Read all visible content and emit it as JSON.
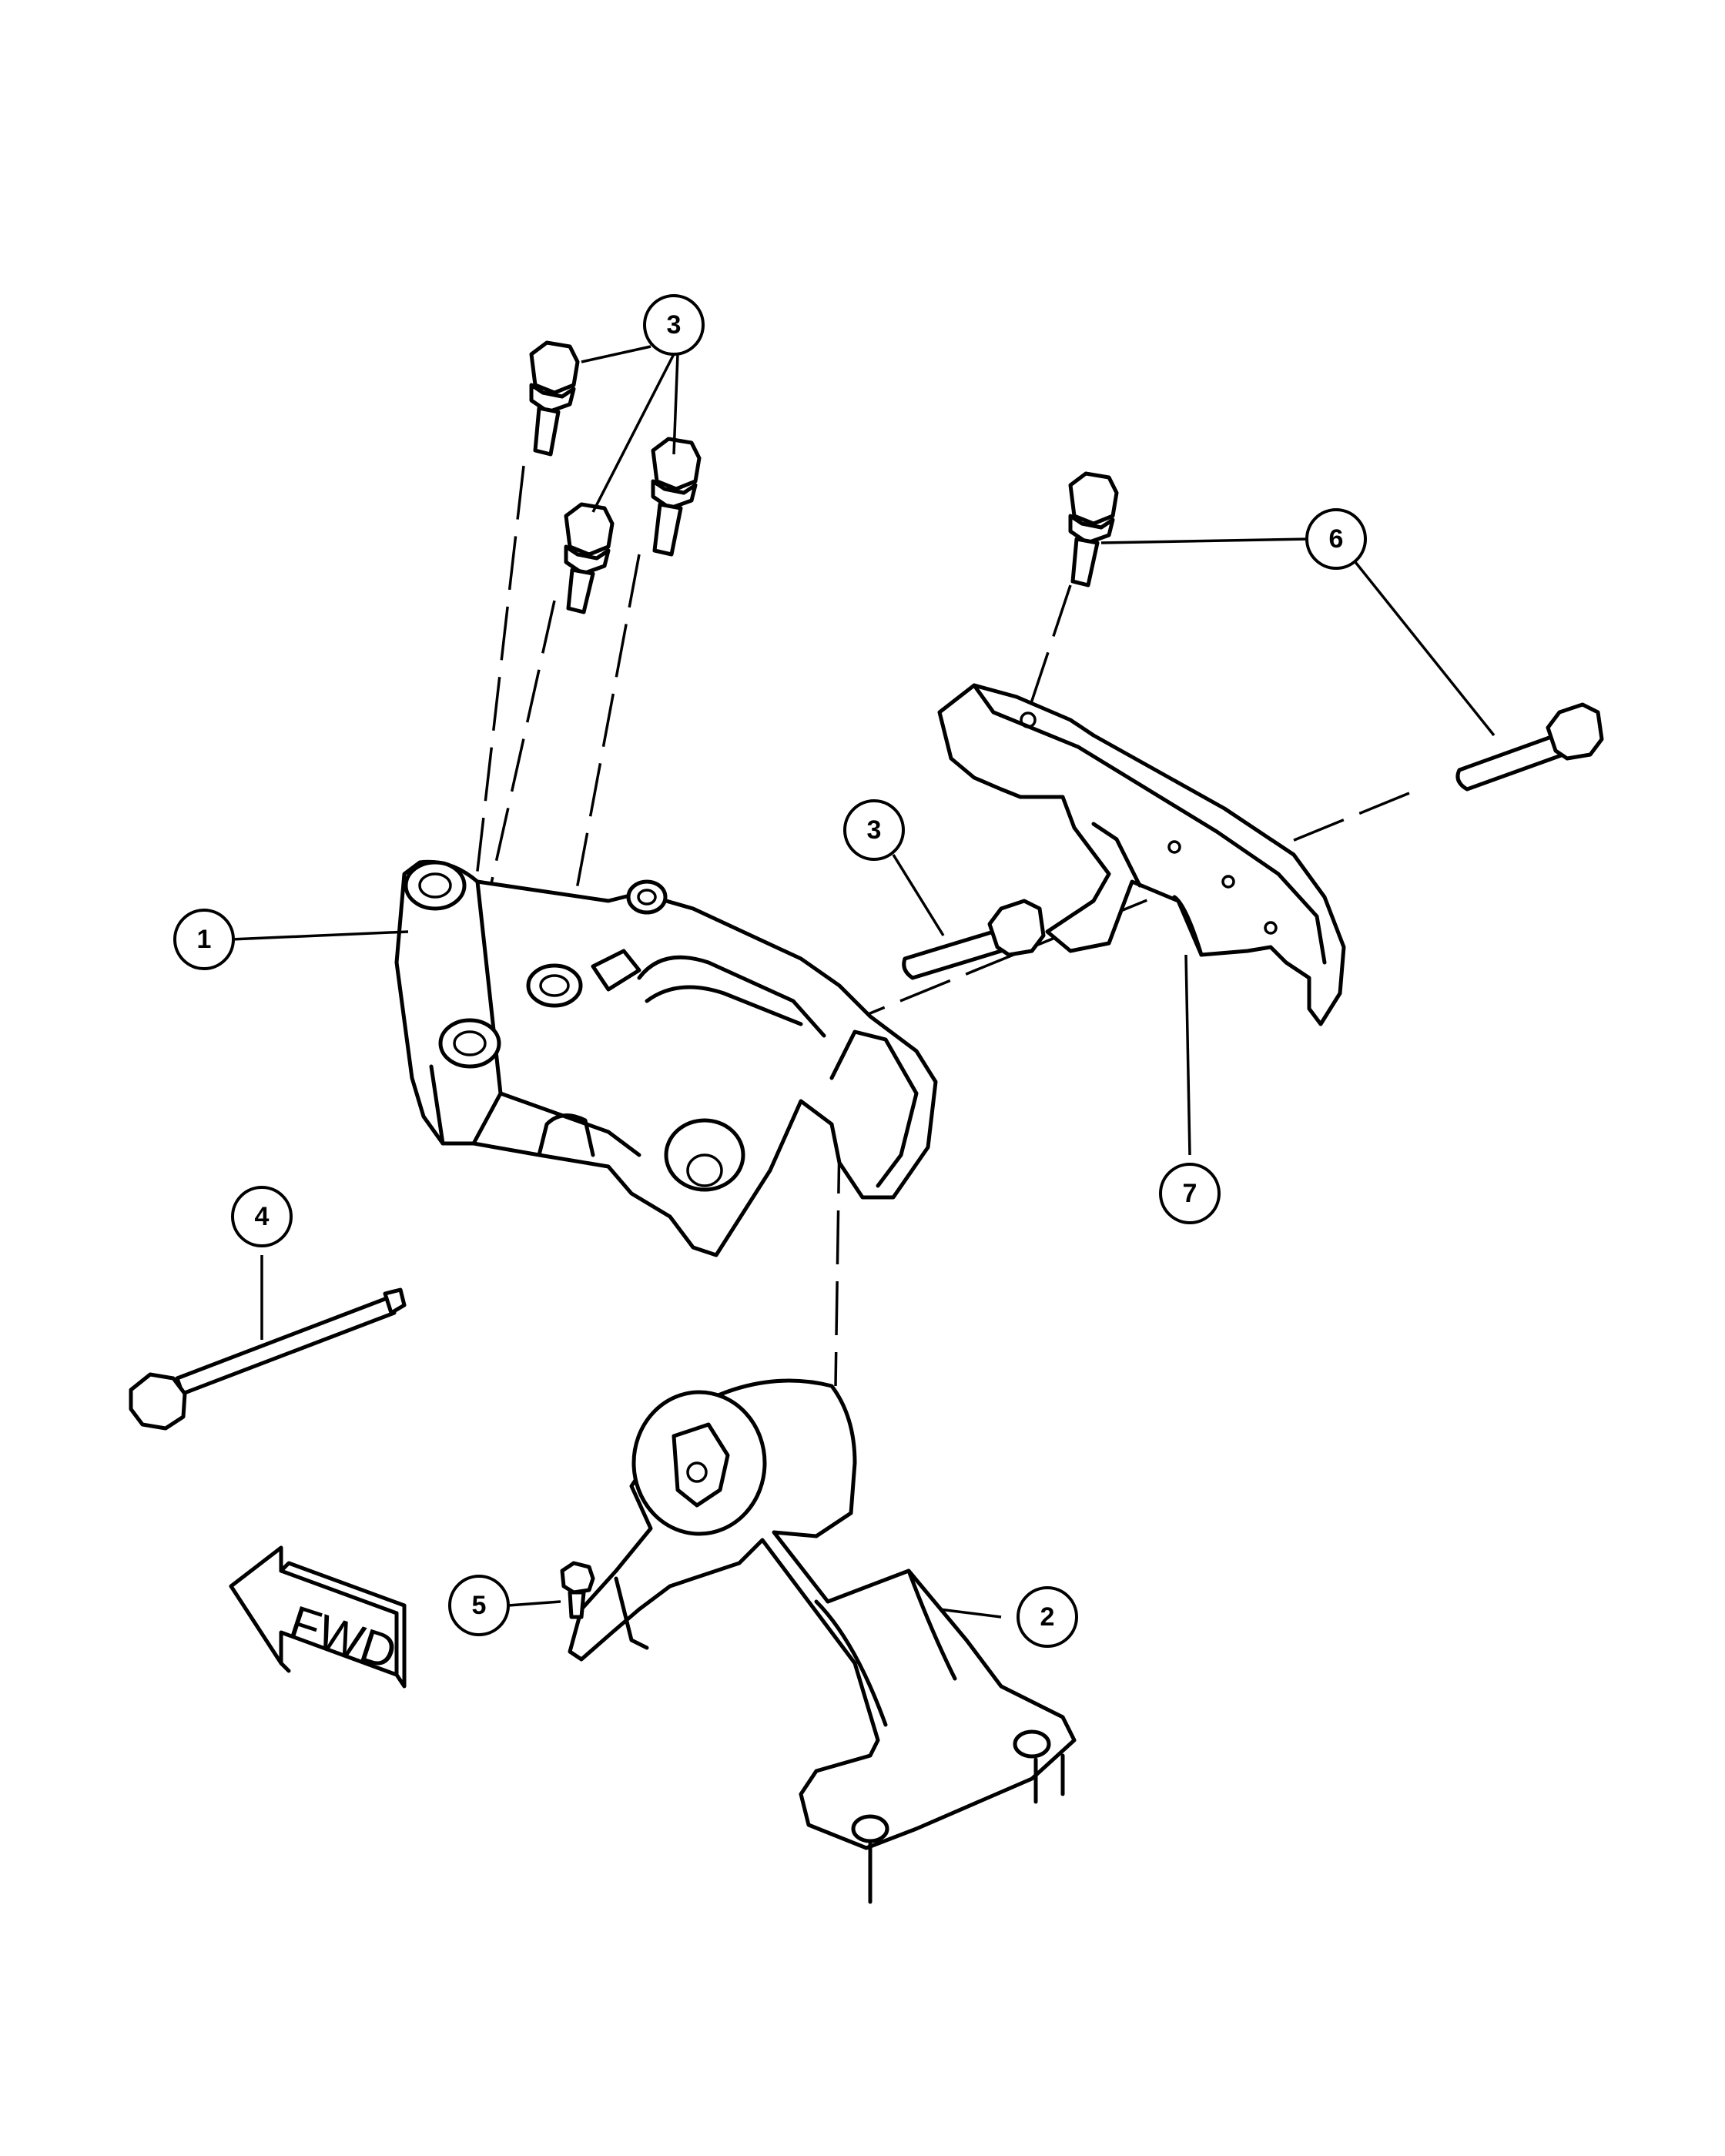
{
  "callouts": {
    "c1": "1",
    "c2": "2",
    "c3a": "3",
    "c3b": "3",
    "c4": "4",
    "c5": "5",
    "c6": "6",
    "c7": "7"
  },
  "direction_arrow": {
    "label": "FWD"
  }
}
